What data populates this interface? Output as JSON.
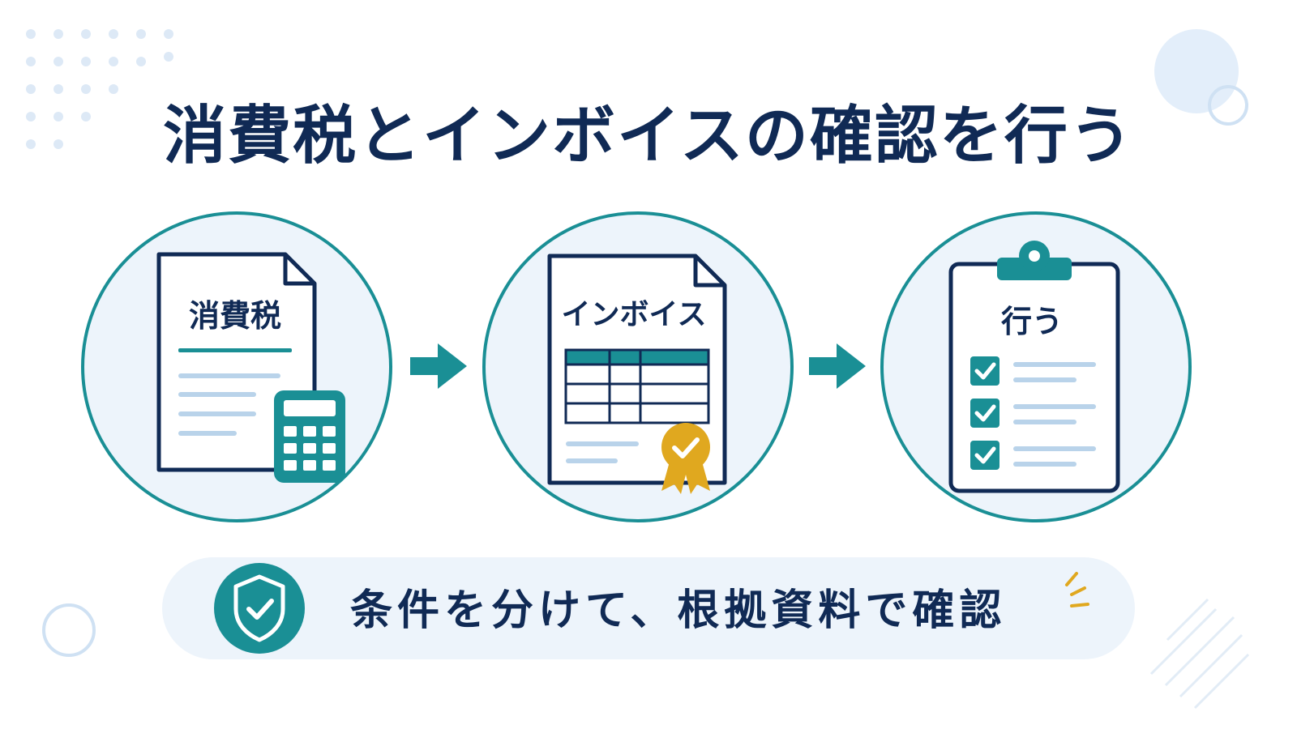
{
  "title": "消費税とインボイスの確認を行う",
  "steps": [
    {
      "label": "消費税",
      "icon": "document-calculator-icon"
    },
    {
      "label": "インボイス",
      "icon": "invoice-certified-icon"
    },
    {
      "label": "行う",
      "icon": "clipboard-checklist-icon"
    }
  ],
  "banner": {
    "text": "条件を分けて、根拠資料で確認",
    "icon": "shield-check-icon"
  },
  "colors": {
    "navy": "#102a55",
    "teal": "#1a8f95",
    "circle_fill": "#edf4fb",
    "light_line": "#b9d3ea",
    "gold": "#e0a81f"
  }
}
